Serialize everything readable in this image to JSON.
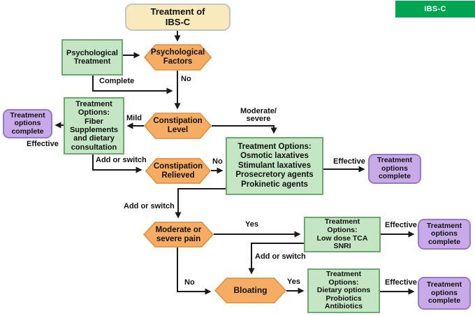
{
  "title_badge": "IBS-C",
  "nodes": {
    "start": "Treatment of\nIBS-C",
    "psych_treatment": "Psychological\nTreatment",
    "psych_factors": "Psychological\nFactors",
    "constipation_level": "Constipation\nLevel",
    "fiber_options": "Treatment\nOptions:\nFiber\nSupplements\nand dietary\nconsultation",
    "complete_1": "Treatment\noptions\ncomplete",
    "constipation_relieved": "Constipation\nRelieved",
    "osmotic_options": "Treatment Options:\nOsmotic laxatives\nStimulant laxatives\nProsecretory agents\nProkinetic agents",
    "complete_2": "Treatment\noptions\ncomplete",
    "moderate_pain": "Moderate or\nsevere pain",
    "tca_options": "Treatment\nOptions:\nLow dose TCA\nSNRI",
    "complete_3": "Treatment\noptions\ncomplete",
    "bloating": "Bloating",
    "dietary_options": "Treatment\nOptions:\nDietary options\nProbiotics\nAntibiotics",
    "complete_4": "Treatment\noptions\ncomplete"
  },
  "edge_labels": {
    "complete": "Complete",
    "no_psych": "No",
    "mild": "Mild",
    "effective_1": "Effective",
    "add_or_switch_1": "Add or switch",
    "moderate_severe": "Moderate/\nsevere",
    "no_relieved": "No",
    "effective_2": "Effective",
    "add_or_switch_2": "Add or switch",
    "yes_pain": "Yes",
    "effective_3": "Effective",
    "add_or_switch_3": "Add or switch",
    "no_pain": "No",
    "yes_bloating": "Yes",
    "effective_4": "Effective"
  },
  "colors": {
    "decision_fill": "#F6AC63",
    "decision_border": "#DD9145",
    "process_fill": "#C5E6C4",
    "process_border": "#6FA86F",
    "terminal_fill": "#C9AAE9",
    "terminal_border": "#9878C8",
    "start_fill": "#F8EABC",
    "start_border": "#C4C4C4",
    "badge_fill": "#00A551",
    "line_color": "#1A1A1A"
  }
}
